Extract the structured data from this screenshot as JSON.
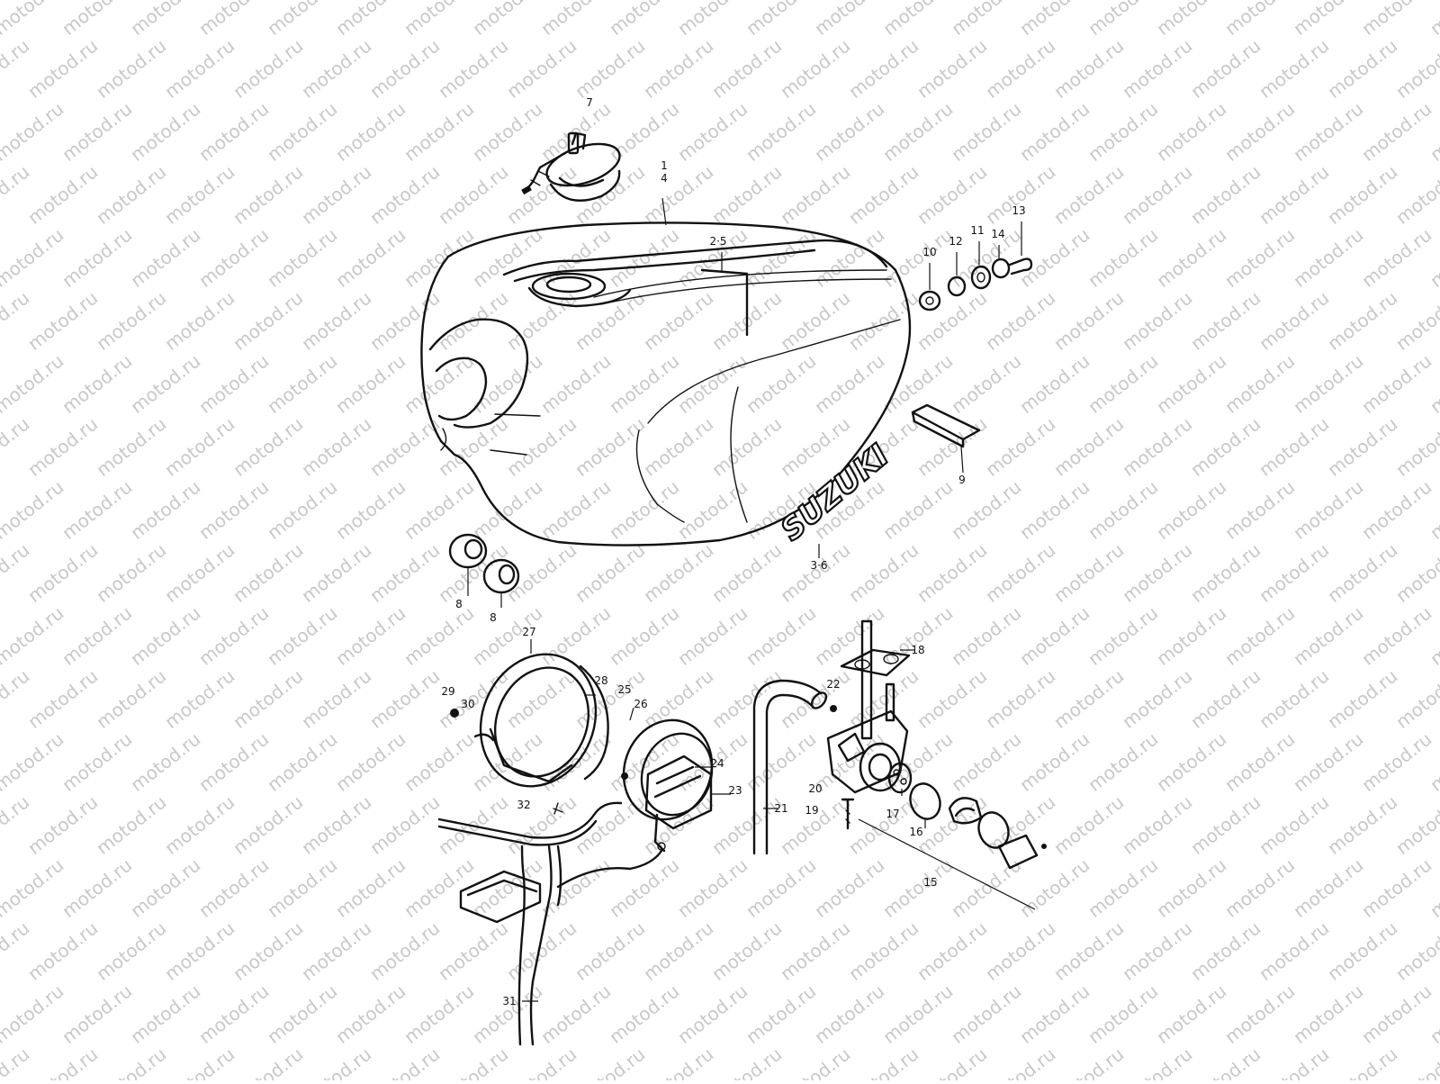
{
  "watermark": {
    "text": "motod.ru",
    "color": "#c8c8c8"
  },
  "diagram": {
    "brand_badge": "SUZUKI",
    "parts": [
      {
        "id": "p7",
        "label": "7"
      },
      {
        "id": "p1_4",
        "label": "1\n4"
      },
      {
        "id": "p2_5",
        "label": "2·5"
      },
      {
        "id": "p10",
        "label": "10"
      },
      {
        "id": "p12",
        "label": "12"
      },
      {
        "id": "p11",
        "label": "11"
      },
      {
        "id": "p14",
        "label": "14"
      },
      {
        "id": "p13",
        "label": "13"
      },
      {
        "id": "p9",
        "label": "9"
      },
      {
        "id": "p3_6",
        "label": "3·6"
      },
      {
        "id": "p8a",
        "label": "8"
      },
      {
        "id": "p8b",
        "label": "8"
      },
      {
        "id": "p27",
        "label": "27"
      },
      {
        "id": "p28",
        "label": "28"
      },
      {
        "id": "p29",
        "label": "29"
      },
      {
        "id": "p30",
        "label": "30"
      },
      {
        "id": "p25",
        "label": "25"
      },
      {
        "id": "p26",
        "label": "26"
      },
      {
        "id": "p24",
        "label": "24"
      },
      {
        "id": "p23",
        "label": "23"
      },
      {
        "id": "p32",
        "label": "32"
      },
      {
        "id": "p31",
        "label": "31"
      },
      {
        "id": "p21",
        "label": "21"
      },
      {
        "id": "p18",
        "label": "18"
      },
      {
        "id": "p22",
        "label": "22"
      },
      {
        "id": "p20",
        "label": "20"
      },
      {
        "id": "p19",
        "label": "19"
      },
      {
        "id": "p17",
        "label": "17"
      },
      {
        "id": "p16",
        "label": "16"
      },
      {
        "id": "p15",
        "label": "15"
      }
    ]
  }
}
